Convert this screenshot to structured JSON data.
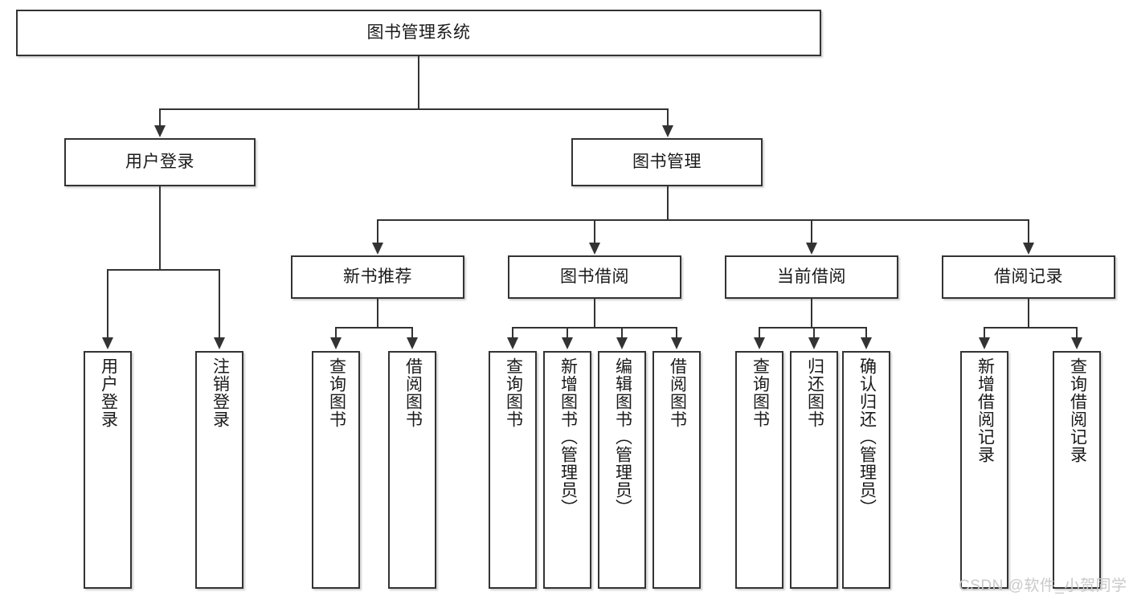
{
  "diagram": {
    "title_node": {
      "label": "图书管理系统"
    },
    "level2": [
      {
        "label": "用户登录"
      },
      {
        "label": "图书管理"
      }
    ],
    "level3": [
      {
        "label": "新书推荐"
      },
      {
        "label": "图书借阅"
      },
      {
        "label": "当前借阅"
      },
      {
        "label": "借阅记录"
      }
    ],
    "leaves": {
      "user_login": [
        {
          "label": "用户登录"
        },
        {
          "label": "注销登录"
        }
      ],
      "new_book_recommend": [
        {
          "label": "查询图书"
        },
        {
          "label": "借阅图书"
        }
      ],
      "book_borrow": [
        {
          "label": "查询图书"
        },
        {
          "label": "新增图书（管理员）"
        },
        {
          "label": "编辑图书（管理员）"
        },
        {
          "label": "借阅图书"
        }
      ],
      "current_borrow": [
        {
          "label": "查询图书"
        },
        {
          "label": "归还图书"
        },
        {
          "label": "确认归还（管理员）"
        }
      ],
      "borrow_record": [
        {
          "label": "新增借阅记录"
        },
        {
          "label": "查询借阅记录"
        }
      ]
    }
  },
  "watermark": {
    "text": "CSDN @软件_小贺同学"
  }
}
